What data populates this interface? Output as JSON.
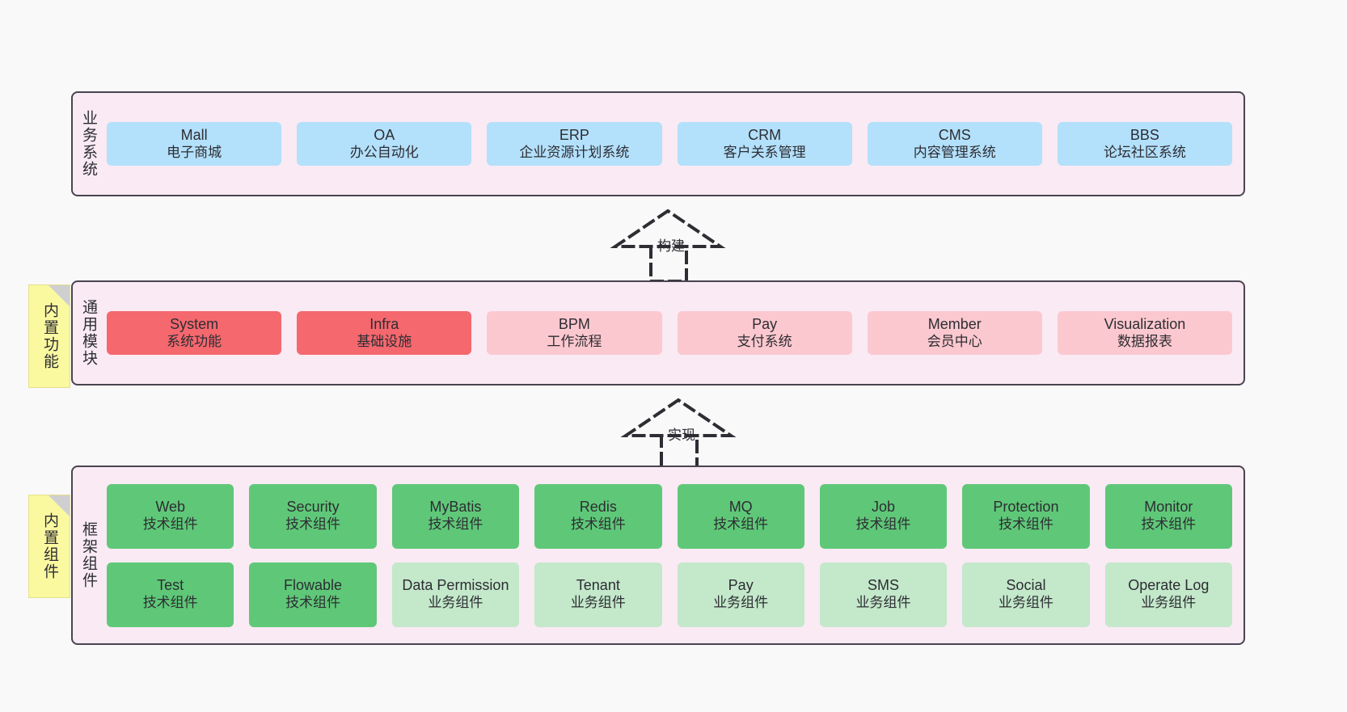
{
  "colors": {
    "background": "#f9f9f9",
    "layer_fill": "#f9eaf4",
    "layer_border": "#4a4450",
    "blue": "#b3e0fb",
    "red": "#f4686e",
    "pink_light": "#fcc8cf",
    "green": "#5fc878",
    "green_light": "#c3e8ca",
    "note_yellow": "#fbf9a0",
    "note_fold": "#cfcfcf",
    "text": "#2d2d33"
  },
  "layers": {
    "business": {
      "label": "业务系统",
      "boxes": [
        {
          "title": "Mall",
          "subtitle": "电子商城",
          "style": "blue"
        },
        {
          "title": "OA",
          "subtitle": "办公自动化",
          "style": "blue"
        },
        {
          "title": "ERP",
          "subtitle": "企业资源计划系统",
          "style": "blue"
        },
        {
          "title": "CRM",
          "subtitle": "客户关系管理",
          "style": "blue"
        },
        {
          "title": "CMS",
          "subtitle": "内容管理系统",
          "style": "blue"
        },
        {
          "title": "BBS",
          "subtitle": "论坛社区系统",
          "style": "blue"
        }
      ]
    },
    "common": {
      "label": "通用模块",
      "note": "内置功能",
      "boxes": [
        {
          "title": "System",
          "subtitle": "系统功能",
          "style": "red"
        },
        {
          "title": "Infra",
          "subtitle": "基础设施",
          "style": "red"
        },
        {
          "title": "BPM",
          "subtitle": "工作流程",
          "style": "pinklight"
        },
        {
          "title": "Pay",
          "subtitle": "支付系统",
          "style": "pinklight"
        },
        {
          "title": "Member",
          "subtitle": "会员中心",
          "style": "pinklight"
        },
        {
          "title": "Visualization",
          "subtitle": "数据报表",
          "style": "pinklight"
        }
      ]
    },
    "framework": {
      "label": "框架组件",
      "note": "内置组件",
      "row1": [
        {
          "title": "Web",
          "subtitle": "技术组件",
          "style": "green"
        },
        {
          "title": "Security",
          "subtitle": "技术组件",
          "style": "green"
        },
        {
          "title": "MyBatis",
          "subtitle": "技术组件",
          "style": "green"
        },
        {
          "title": "Redis",
          "subtitle": "技术组件",
          "style": "green"
        },
        {
          "title": "MQ",
          "subtitle": "技术组件",
          "style": "green"
        },
        {
          "title": "Job",
          "subtitle": "技术组件",
          "style": "green"
        },
        {
          "title": "Protection",
          "subtitle": "技术组件",
          "style": "green"
        },
        {
          "title": "Monitor",
          "subtitle": "技术组件",
          "style": "green"
        }
      ],
      "row2": [
        {
          "title": "Test",
          "subtitle": "技术组件",
          "style": "green"
        },
        {
          "title": "Flowable",
          "subtitle": "技术组件",
          "style": "green"
        },
        {
          "title": "Data Permission",
          "subtitle": "业务组件",
          "style": "greenlight"
        },
        {
          "title": "Tenant",
          "subtitle": "业务组件",
          "style": "greenlight"
        },
        {
          "title": "Pay",
          "subtitle": "业务组件",
          "style": "greenlight"
        },
        {
          "title": "SMS",
          "subtitle": "业务组件",
          "style": "greenlight"
        },
        {
          "title": "Social",
          "subtitle": "业务组件",
          "style": "greenlight"
        },
        {
          "title": "Operate Log",
          "subtitle": "业务组件",
          "style": "greenlight"
        }
      ]
    }
  },
  "connectors": [
    {
      "label": "构建",
      "name": "connector-build"
    },
    {
      "label": "实现",
      "name": "connector-implement"
    }
  ]
}
